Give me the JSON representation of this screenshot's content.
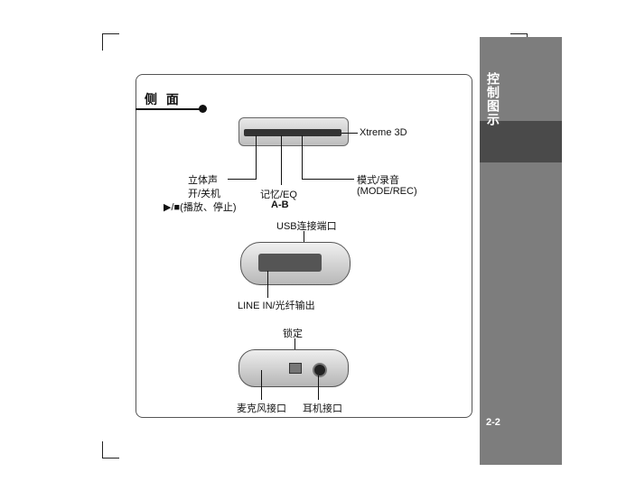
{
  "sidebar": {
    "title": "控制图示",
    "page_number": "2-2"
  },
  "section": {
    "title": "侧 面"
  },
  "labels": {
    "xtreme3d": "Xtreme 3D",
    "stereo": "立体声",
    "power": "开/关机",
    "play_stop": "▶/■(播放、停止)",
    "memory_eq": "记忆/EQ",
    "ab": "A-B",
    "mode_rec": "模式/录音",
    "mode_rec_en": "(MODE/REC)",
    "usb": "USB连接端口",
    "line_in": "LINE IN/光纤输出",
    "lock": "锁定",
    "mic": "麦克风接口",
    "earphone": "耳机接口"
  }
}
